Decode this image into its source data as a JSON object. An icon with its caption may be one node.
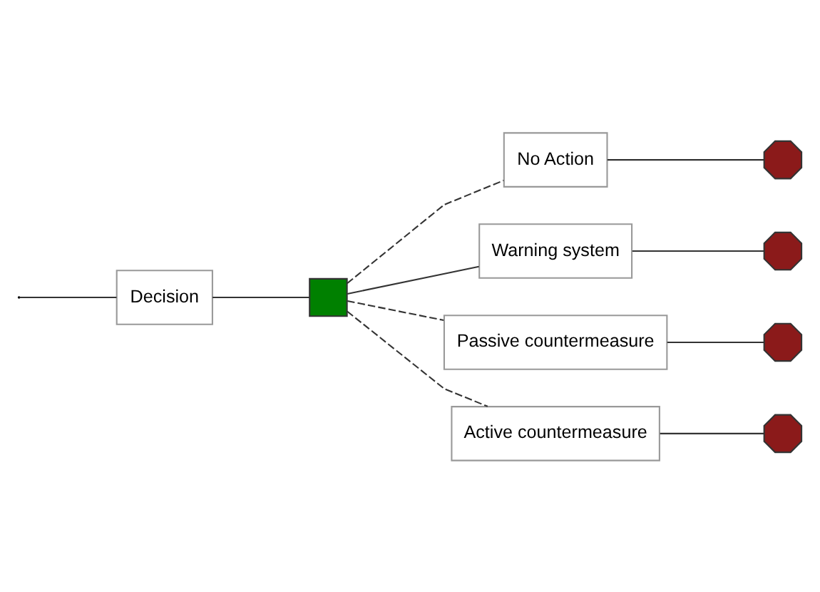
{
  "diagram": {
    "nodes": [
      {
        "text": [
          "Decision"
        ]
      },
      {
        "text": [],
        "shape": "box"
      },
      {
        "text": [
          "No Action"
        ]
      },
      {
        "text": [
          "Warning system"
        ]
      },
      {
        "text": [
          "Passive countermeasure"
        ]
      },
      {
        "text": [
          "Active countermeasure"
        ]
      },
      {
        "text": [],
        "shape": "circle"
      },
      {
        "text": [],
        "shape": "circle"
      },
      {
        "text": [],
        "shape": "circle"
      },
      {
        "text": [],
        "shape": "circle"
      }
    ],
    "edges": [
      {
        "from": null,
        "to": 0,
        "arrow": "none"
      },
      {
        "from": 0,
        "to": 1,
        "arrow": "none"
      },
      {
        "from": 1,
        "to": 2,
        "arrow": "none",
        "style": "dashed"
      },
      {
        "from": 1,
        "to": 3,
        "arrow": "none"
      },
      {
        "from": 1,
        "to": 4,
        "arrow": "none",
        "style": "dashed"
      },
      {
        "from": 1,
        "to": 5,
        "arrow": "none",
        "style": "dashed"
      },
      {
        "from": 2,
        "to": 6,
        "arrow": "none"
      },
      {
        "from": 3,
        "to": 7,
        "arrow": "none"
      },
      {
        "from": 4,
        "to": 8,
        "arrow": "none"
      },
      {
        "from": 5,
        "to": 9,
        "arrow": "none"
      }
    ]
  }
}
